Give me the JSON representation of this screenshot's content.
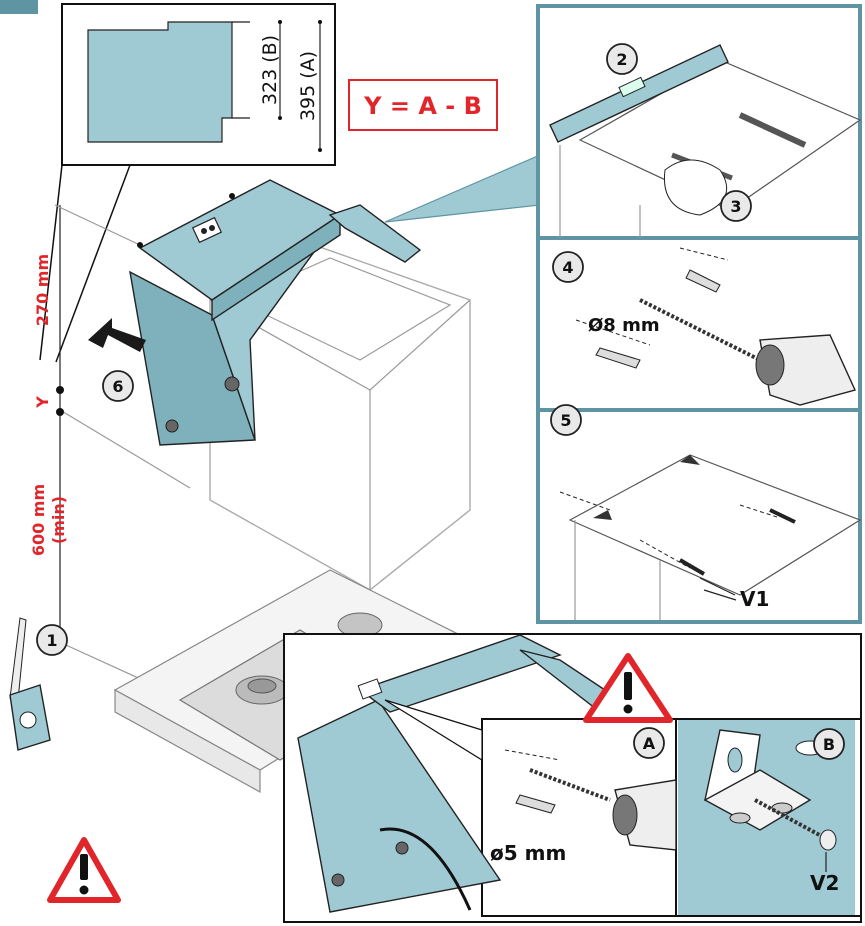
{
  "labels": {
    "dim_b": "323 (B)",
    "dim_a": "395 (A)",
    "formula": "Y = A - B",
    "height_upper": "270 mm",
    "mark_y": "Y",
    "height_lower": "600 mm",
    "height_lower_note": "(min)",
    "drill_large": "Ø8 mm",
    "drill_small": "ø5 mm",
    "screw_v1": "V1",
    "screw_v2": "V2"
  },
  "steps": {
    "s1": "1",
    "s2": "2",
    "s3": "3",
    "s4": "4",
    "s5": "5",
    "s6": "6",
    "sa": "A",
    "sb": "B"
  },
  "colors": {
    "hood_blue": "#9fcad3",
    "panel_border": "#5f95a2",
    "warning_red": "#e0262b"
  },
  "icons": {
    "warning": "warning-triangle-icon",
    "tape": "tape-measure-icon",
    "level": "spirit-level-icon",
    "drill": "drill-icon"
  }
}
